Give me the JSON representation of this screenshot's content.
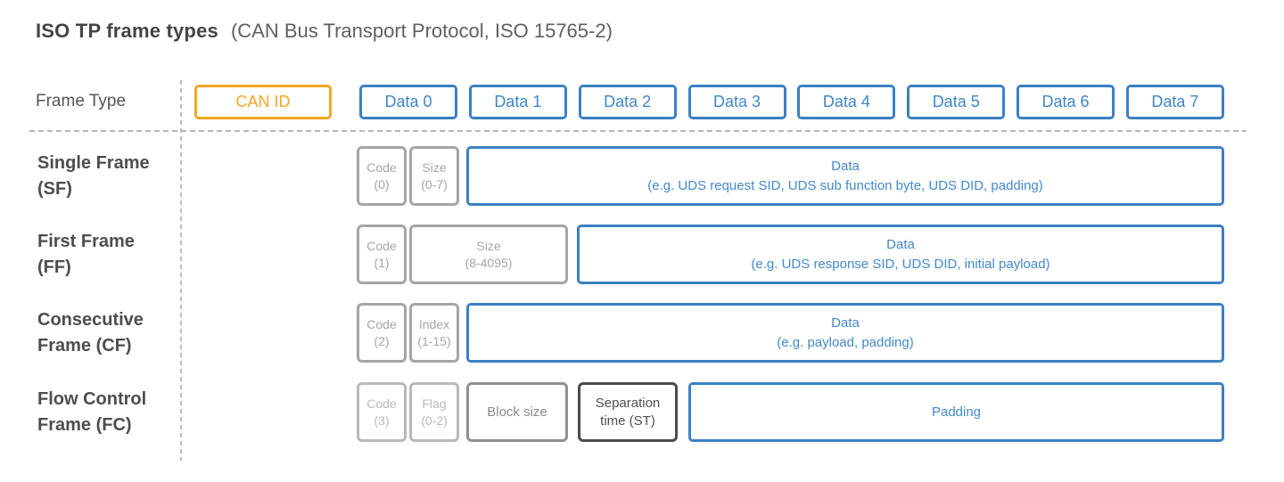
{
  "title": {
    "main": "ISO TP frame types",
    "subtitle": "(CAN Bus Transport Protocol, ISO 15765-2)"
  },
  "colors": {
    "blue": "#3b80c4",
    "orange": "#f5a623",
    "gray": "#a5a5a5",
    "light_gray": "#b9b9b9",
    "mid_gray": "#8f8f8f",
    "dark_gray": "#4b4b4b",
    "label_dark": "#4d4d4d"
  },
  "header": {
    "frame_type_label": "Frame Type",
    "can_id_label": "CAN ID",
    "data_boxes": [
      "Data 0",
      "Data 1",
      "Data 2",
      "Data 3",
      "Data 4",
      "Data 5",
      "Data 6",
      "Data 7"
    ]
  },
  "rows": [
    {
      "label": [
        "Single Frame",
        "(SF)"
      ],
      "code": {
        "line1": "Code",
        "line2": "(0)"
      },
      "size": {
        "line1": "Size",
        "line2": "(0-7)"
      },
      "data": {
        "line1": "Data",
        "line2": "(e.g. UDS request SID, UDS sub function byte, UDS DID, padding)"
      }
    },
    {
      "label": [
        "First Frame",
        "(FF)"
      ],
      "code": {
        "line1": "Code",
        "line2": "(1)"
      },
      "size": {
        "line1": "Size",
        "line2": "(8-4095)"
      },
      "data": {
        "line1": "Data",
        "line2": "(e.g. UDS response SID, UDS DID, initial payload)"
      }
    },
    {
      "label": [
        "Consecutive",
        "Frame (CF)"
      ],
      "code": {
        "line1": "Code",
        "line2": "(2)"
      },
      "index": {
        "line1": "Index",
        "line2": "(1-15)"
      },
      "data": {
        "line1": "Data",
        "line2": "(e.g. payload, padding)"
      }
    },
    {
      "label": [
        "Flow Control",
        "Frame (FC)"
      ],
      "code": {
        "line1": "Code",
        "line2": "(3)"
      },
      "flag": {
        "line1": "Flag",
        "line2": "(0-2)"
      },
      "block_size": "Block size",
      "separation": {
        "line1": "Separation",
        "line2": "time (ST)"
      },
      "padding": "Padding"
    }
  ]
}
